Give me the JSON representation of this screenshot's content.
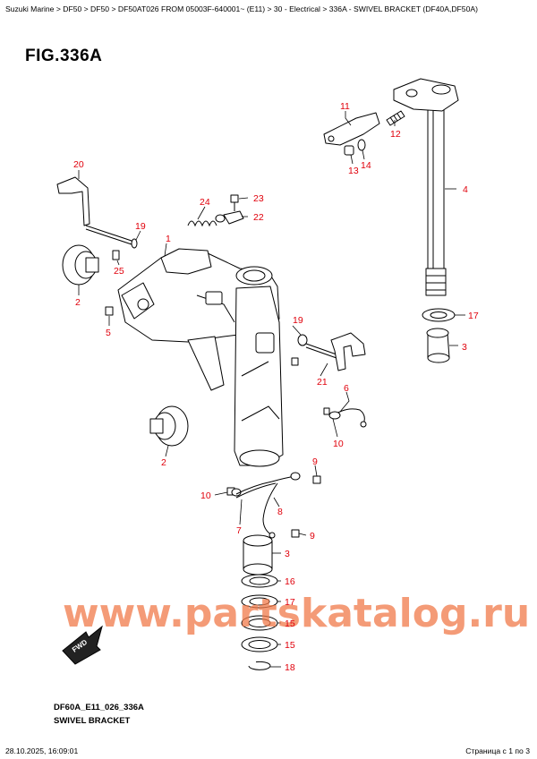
{
  "breadcrumb": "Suzuki Marine > DF50 > DF50 > DF50AT026 FROM 05003F-640001~ (E11) > 30 - Electrical > 336A - SWIVEL BRACKET (DF40A,DF50A)",
  "figure_title": "FIG.336A",
  "diagram_code": "DF60A_E11_026_336A",
  "caption": "SWIVEL BRACKET",
  "watermark": "www.partskatalog.ru",
  "fwd_label": "FWD",
  "footer_left": "28.10.2025, 16:09:01",
  "footer_right": "Страница с 1 по 3",
  "colors": {
    "callout": "#e0000b",
    "watermark": "#f07a4a"
  },
  "callouts": [
    "11",
    "12",
    "13",
    "14",
    "4",
    "20",
    "24",
    "23",
    "22",
    "19",
    "1",
    "25",
    "2",
    "5",
    "17",
    "3",
    "19",
    "21",
    "6",
    "10",
    "2",
    "9",
    "10",
    "8",
    "7",
    "9",
    "3",
    "16",
    "17",
    "15",
    "15",
    "18"
  ]
}
